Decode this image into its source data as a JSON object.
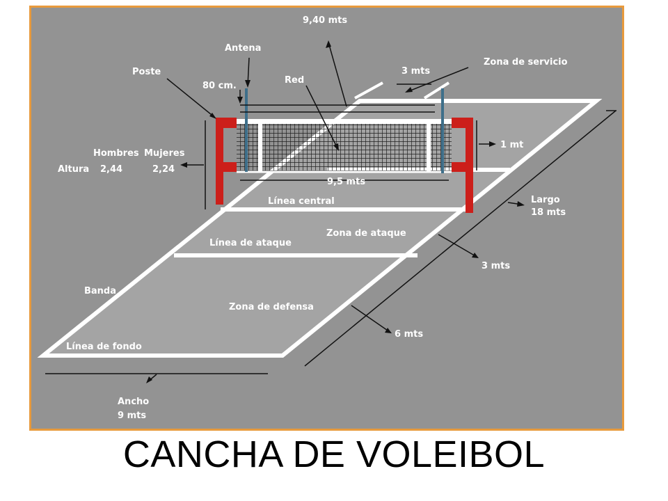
{
  "title": "CANCHA DE VOLEIBOL",
  "colors": {
    "panel_border": "#e89a3c",
    "panel_bg": "#939393",
    "court_bg": "#a6a6a6",
    "court_lines": "#ffffff",
    "posts": "#cc1f1a",
    "antenna": "#3e6f8a",
    "net": "#222222"
  },
  "labels": {
    "width_top": "9,40 mts",
    "antena": "Antena",
    "poste": "Poste",
    "cm80": "80 cm.",
    "red": "Red",
    "service_width": "3 mts",
    "service_zone": "Zona de servicio",
    "hombres": "Hombres",
    "mujeres": "Mujeres",
    "altura": "Altura",
    "altura_h": "2,44",
    "altura_m": "2,24",
    "net_length": "9,5 mts",
    "one_meter": "1 mt",
    "central_line": "Línea central",
    "largo": "Largo",
    "largo_value": "18 mts",
    "attack_line": "Línea de ataque",
    "attack_zone": "Zona de ataque",
    "attack_depth": "3 mts",
    "banda": "Banda",
    "defense_zone": "Zona de defensa",
    "defense_depth": "6 mts",
    "end_line": "Línea de fondo",
    "ancho": "Ancho",
    "ancho_value": "9 mts"
  }
}
